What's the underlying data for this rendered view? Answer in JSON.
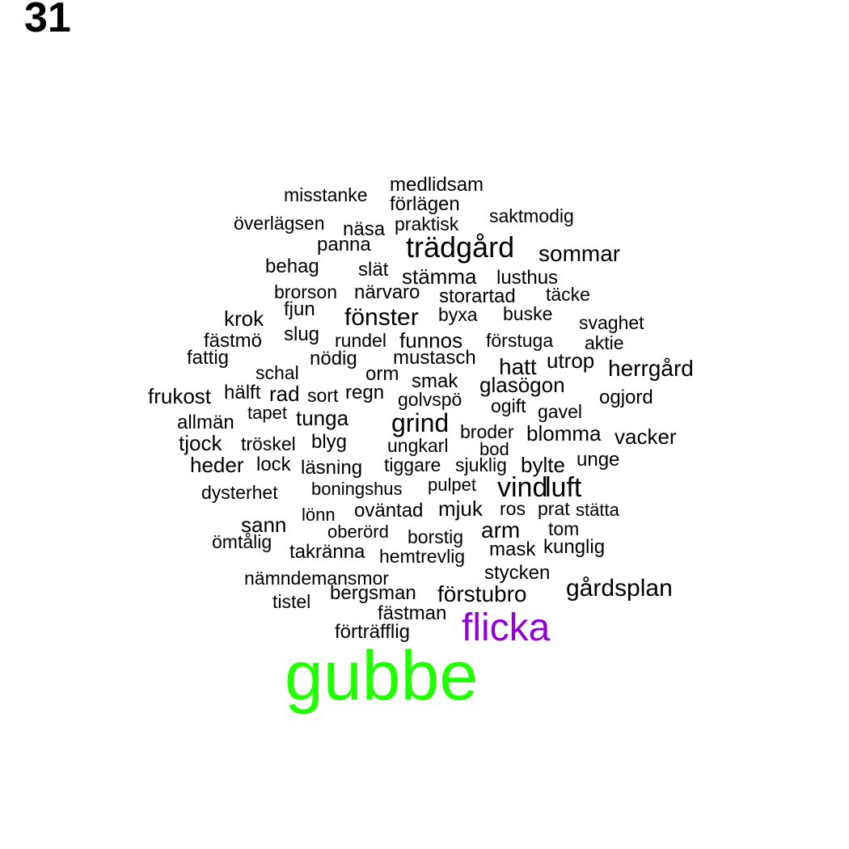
{
  "page_number": "31",
  "colors": {
    "default": "#000000",
    "gubbe": "#22ff00",
    "flicka": "#9400d3"
  },
  "words": [
    {
      "text": "medlidsam",
      "color": "default"
    },
    {
      "text": "misstanke",
      "color": "default"
    },
    {
      "text": "förlägen",
      "color": "default"
    },
    {
      "text": "saktmodig",
      "color": "default"
    },
    {
      "text": "överlägsen",
      "color": "default"
    },
    {
      "text": "näsa",
      "color": "default"
    },
    {
      "text": "praktisk",
      "color": "default"
    },
    {
      "text": "panna",
      "color": "default"
    },
    {
      "text": "trädgård",
      "color": "default"
    },
    {
      "text": "sommar",
      "color": "default"
    },
    {
      "text": "behag",
      "color": "default"
    },
    {
      "text": "slät",
      "color": "default"
    },
    {
      "text": "stämma",
      "color": "default"
    },
    {
      "text": "lusthus",
      "color": "default"
    },
    {
      "text": "brorson",
      "color": "default"
    },
    {
      "text": "närvaro",
      "color": "default"
    },
    {
      "text": "storartad",
      "color": "default"
    },
    {
      "text": "täcke",
      "color": "default"
    },
    {
      "text": "fjun",
      "color": "default"
    },
    {
      "text": "krok",
      "color": "default"
    },
    {
      "text": "fönster",
      "color": "default"
    },
    {
      "text": "byxa",
      "color": "default"
    },
    {
      "text": "buske",
      "color": "default"
    },
    {
      "text": "svaghet",
      "color": "default"
    },
    {
      "text": "slug",
      "color": "default"
    },
    {
      "text": "fästmö",
      "color": "default"
    },
    {
      "text": "rundel",
      "color": "default"
    },
    {
      "text": "funnos",
      "color": "default"
    },
    {
      "text": "förstuga",
      "color": "default"
    },
    {
      "text": "aktie",
      "color": "default"
    },
    {
      "text": "fattig",
      "color": "default"
    },
    {
      "text": "nödig",
      "color": "default"
    },
    {
      "text": "mustasch",
      "color": "default"
    },
    {
      "text": "hatt",
      "color": "default"
    },
    {
      "text": "utrop",
      "color": "default"
    },
    {
      "text": "herrgård",
      "color": "default"
    },
    {
      "text": "schal",
      "color": "default"
    },
    {
      "text": "orm",
      "color": "default"
    },
    {
      "text": "smak",
      "color": "default"
    },
    {
      "text": "glasögon",
      "color": "default"
    },
    {
      "text": "frukost",
      "color": "default"
    },
    {
      "text": "hälft",
      "color": "default"
    },
    {
      "text": "rad",
      "color": "default"
    },
    {
      "text": "sort",
      "color": "default"
    },
    {
      "text": "regn",
      "color": "default"
    },
    {
      "text": "golvspö",
      "color": "default"
    },
    {
      "text": "ogift",
      "color": "default"
    },
    {
      "text": "ogjord",
      "color": "default"
    },
    {
      "text": "tapet",
      "color": "default"
    },
    {
      "text": "gavel",
      "color": "default"
    },
    {
      "text": "allmän",
      "color": "default"
    },
    {
      "text": "tunga",
      "color": "default"
    },
    {
      "text": "grind",
      "color": "default"
    },
    {
      "text": "broder",
      "color": "default"
    },
    {
      "text": "blomma",
      "color": "default"
    },
    {
      "text": "vacker",
      "color": "default"
    },
    {
      "text": "tjock",
      "color": "default"
    },
    {
      "text": "tröskel",
      "color": "default"
    },
    {
      "text": "blyg",
      "color": "default"
    },
    {
      "text": "ungkarl",
      "color": "default"
    },
    {
      "text": "bod",
      "color": "default"
    },
    {
      "text": "heder",
      "color": "default"
    },
    {
      "text": "lock",
      "color": "default"
    },
    {
      "text": "läsning",
      "color": "default"
    },
    {
      "text": "tiggare",
      "color": "default"
    },
    {
      "text": "sjuklig",
      "color": "default"
    },
    {
      "text": "bylte",
      "color": "default"
    },
    {
      "text": "unge",
      "color": "default"
    },
    {
      "text": "dysterhet",
      "color": "default"
    },
    {
      "text": "boningshus",
      "color": "default"
    },
    {
      "text": "pulpet",
      "color": "default"
    },
    {
      "text": "vind",
      "color": "default"
    },
    {
      "text": "luft",
      "color": "default"
    },
    {
      "text": "lönn",
      "color": "default"
    },
    {
      "text": "oväntad",
      "color": "default"
    },
    {
      "text": "mjuk",
      "color": "default"
    },
    {
      "text": "ros",
      "color": "default"
    },
    {
      "text": "prat",
      "color": "default"
    },
    {
      "text": "stätta",
      "color": "default"
    },
    {
      "text": "sann",
      "color": "default"
    },
    {
      "text": "oberörd",
      "color": "default"
    },
    {
      "text": "borstig",
      "color": "default"
    },
    {
      "text": "arm",
      "color": "default"
    },
    {
      "text": "tom",
      "color": "default"
    },
    {
      "text": "ömtålig",
      "color": "default"
    },
    {
      "text": "takränna",
      "color": "default"
    },
    {
      "text": "hemtrevlig",
      "color": "default"
    },
    {
      "text": "mask",
      "color": "default"
    },
    {
      "text": "kunglig",
      "color": "default"
    },
    {
      "text": "stycken",
      "color": "default"
    },
    {
      "text": "nämndemansmor",
      "color": "default"
    },
    {
      "text": "gårdsplan",
      "color": "default"
    },
    {
      "text": "tistel",
      "color": "default"
    },
    {
      "text": "bergsman",
      "color": "default"
    },
    {
      "text": "förstubro",
      "color": "default"
    },
    {
      "text": "fästman",
      "color": "default"
    },
    {
      "text": "flicka",
      "color": "flicka"
    },
    {
      "text": "förträfflig",
      "color": "default"
    },
    {
      "text": "gubbe",
      "color": "gubbe"
    }
  ]
}
